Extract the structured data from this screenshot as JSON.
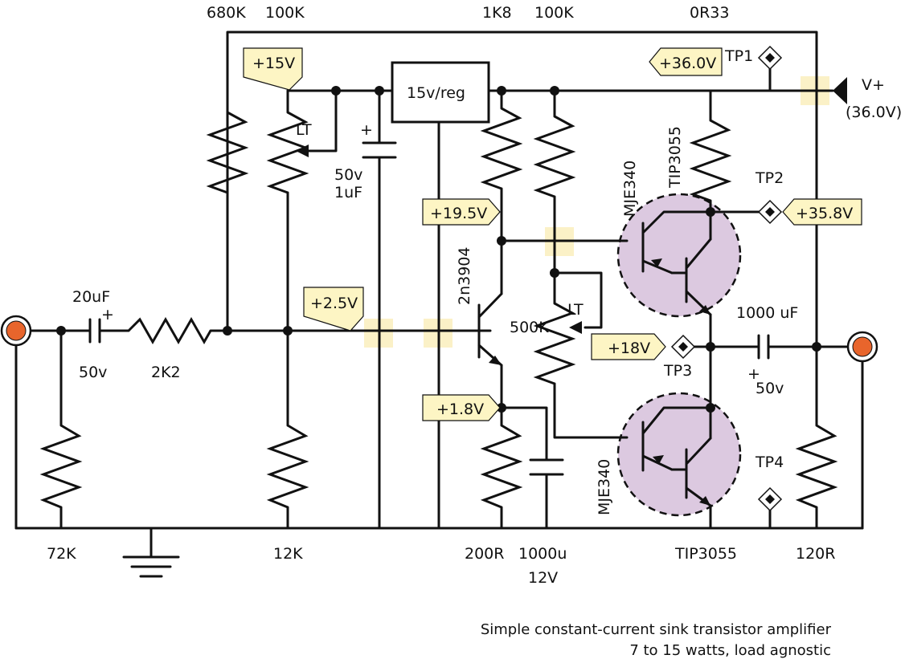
{
  "colors": {
    "wire": "#111111",
    "tag_fill": "#fdf5c4",
    "transistor_highlight": "#dcc9e0",
    "connector": "#e8652c"
  },
  "resistors": {
    "r680k": "680K",
    "r100k_pot": "100K",
    "r1k8": "1K8",
    "r100k": "100K",
    "r0r33": "0R33",
    "r2k2": "2K2",
    "r72k": "72K",
    "r12k": "12K",
    "r200r": "200R",
    "r120r": "120R",
    "r500k": "500K"
  },
  "capacitors": {
    "c_in_value": "20uF",
    "c_in_voltage": "50v",
    "c_reg_voltage": "50v",
    "c_reg_value": "1uF",
    "c_emitter_value": "1000u",
    "c_emitter_voltage": "12V",
    "c_out_value": "1000 uF",
    "c_out_voltage": "50v",
    "plus": "+"
  },
  "devices": {
    "regulator": "15v/reg",
    "q_small": "2n3904",
    "q_driver_top": "MJE340",
    "q_power_top": "TIP3055",
    "q_driver_bottom": "MJE340",
    "q_power_bottom": "TIP3055",
    "trim_marker": "LT"
  },
  "voltage_tags": {
    "v15": "+15V",
    "v2_5": "+2.5V",
    "v19_5": "+19.5V",
    "v1_8": "+1.8V",
    "v36": "+36.0V",
    "v35_8": "+35.8V",
    "v18": "+18V"
  },
  "test_points": {
    "tp1": "TP1",
    "tp2": "TP2",
    "tp3": "TP3",
    "tp4": "TP4"
  },
  "supply": {
    "label": "V+",
    "value": "(36.0V)"
  },
  "caption": {
    "line1": "Simple constant-current sink transistor amplifier",
    "line2": "7 to 15 watts, load agnostic"
  }
}
